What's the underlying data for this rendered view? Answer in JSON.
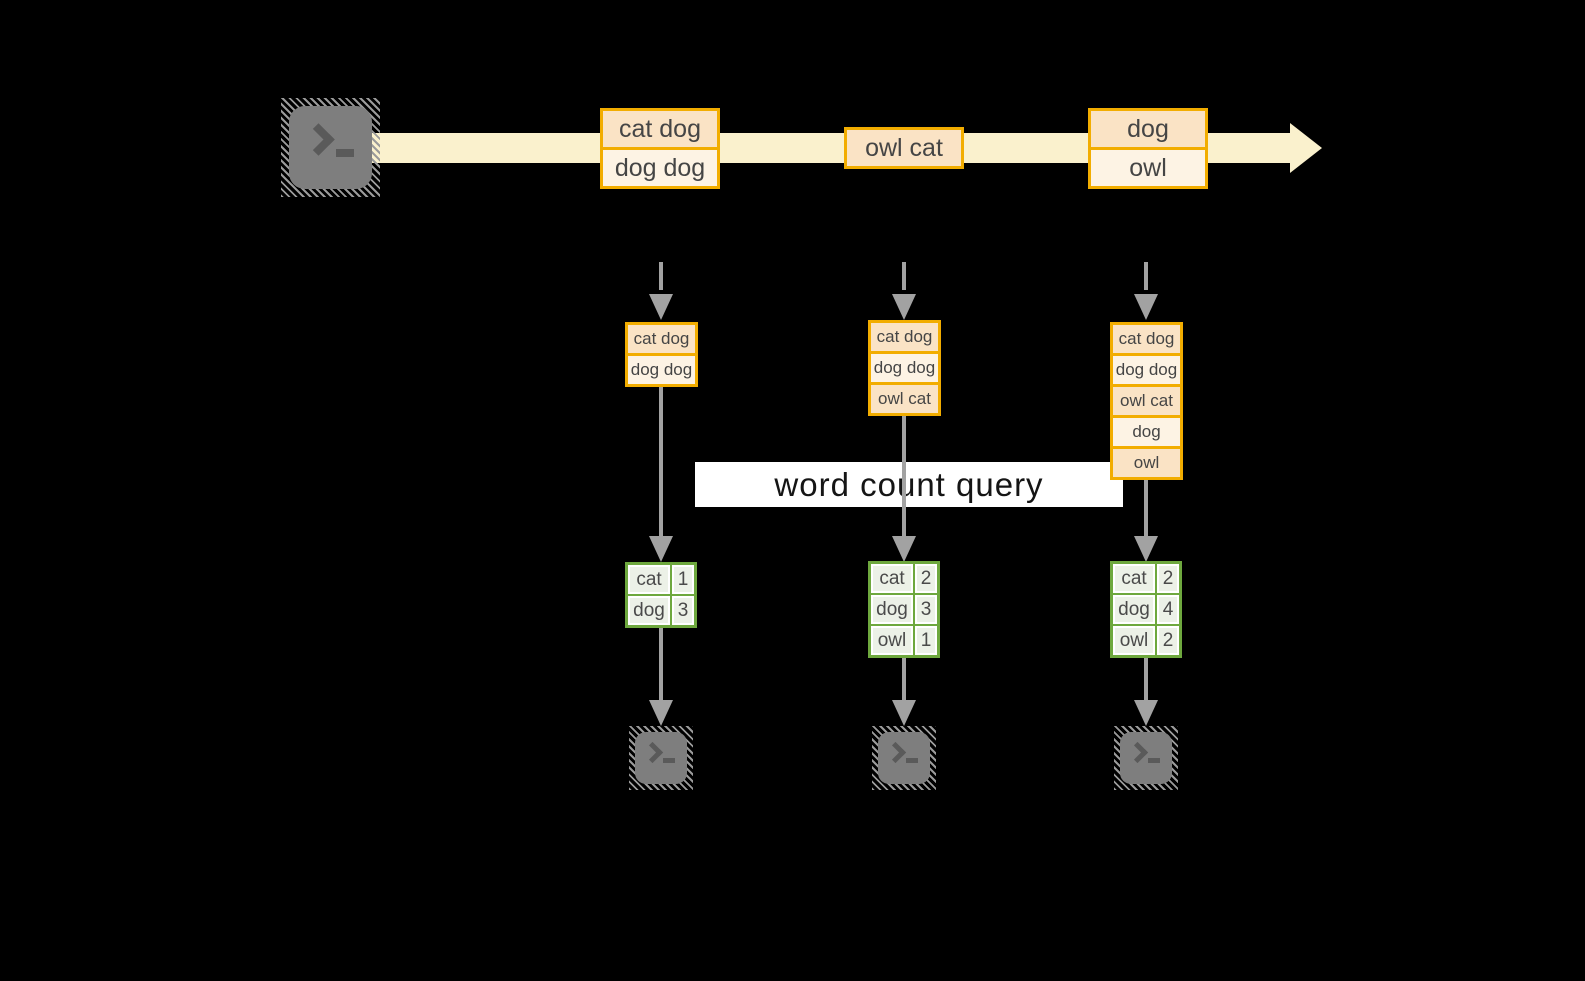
{
  "query_label": "word count query",
  "stream": {
    "source_icon": "terminal-icon",
    "messages": [
      {
        "lines": [
          "cat dog",
          "dog dog"
        ]
      },
      {
        "lines": [
          "owl cat"
        ]
      },
      {
        "lines": [
          "dog",
          "owl"
        ]
      }
    ]
  },
  "columns": [
    {
      "buffer": [
        "cat dog",
        "dog dog"
      ],
      "counts": [
        {
          "word": "cat",
          "count": "1"
        },
        {
          "word": "dog",
          "count": "3"
        }
      ],
      "sink_icon": "terminal-icon"
    },
    {
      "buffer": [
        "cat dog",
        "dog dog",
        "owl cat"
      ],
      "counts": [
        {
          "word": "cat",
          "count": "2"
        },
        {
          "word": "dog",
          "count": "3"
        },
        {
          "word": "owl",
          "count": "1"
        }
      ],
      "sink_icon": "terminal-icon"
    },
    {
      "buffer": [
        "cat dog",
        "dog dog",
        "owl cat",
        "dog",
        "owl"
      ],
      "counts": [
        {
          "word": "cat",
          "count": "2"
        },
        {
          "word": "dog",
          "count": "4"
        },
        {
          "word": "owl",
          "count": "2"
        }
      ],
      "sink_icon": "terminal-icon"
    }
  ],
  "colors": {
    "background": "#000000",
    "band_fill": "#FAF1CD",
    "box_border": "#F2AD00",
    "cell_dark": "#FAE3C5",
    "cell_light": "#FDF3E4",
    "table_border": "#6EA83E",
    "table_cell": "#ECF1E7",
    "connector_gray": "#A2A2A2",
    "label_bg": "#FFFFFF"
  }
}
